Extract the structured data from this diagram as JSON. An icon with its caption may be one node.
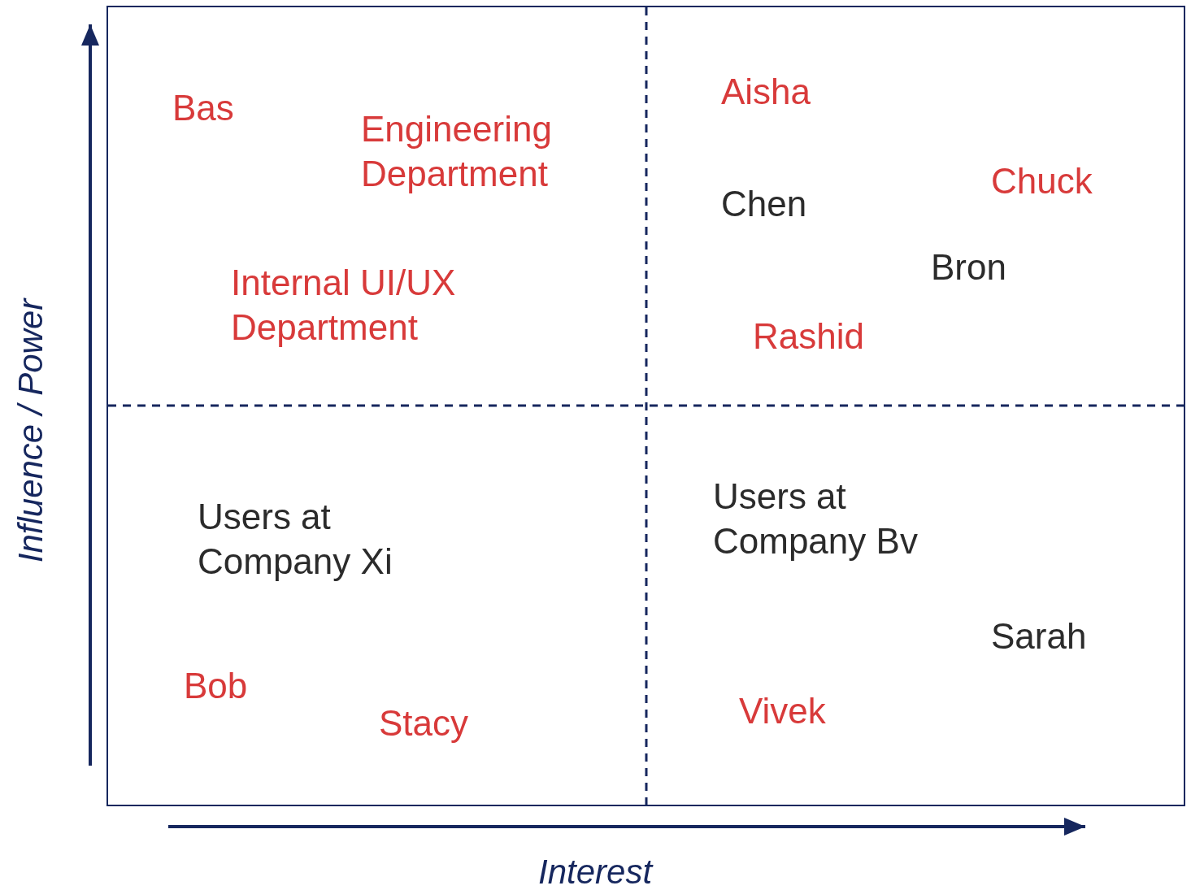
{
  "diagram": {
    "labels": [
      "Bas",
      "Aisha",
      "Engineering Department",
      "Chuck",
      "Chen",
      "Bron",
      "Internal UI/UX Department",
      "Rashid",
      "Users at Company Bv",
      "Users at Company Xi",
      "Sarah",
      "Bob",
      "Vivek",
      "Stacy",
      "Influence / Power",
      "Interest"
    ]
  }
}
